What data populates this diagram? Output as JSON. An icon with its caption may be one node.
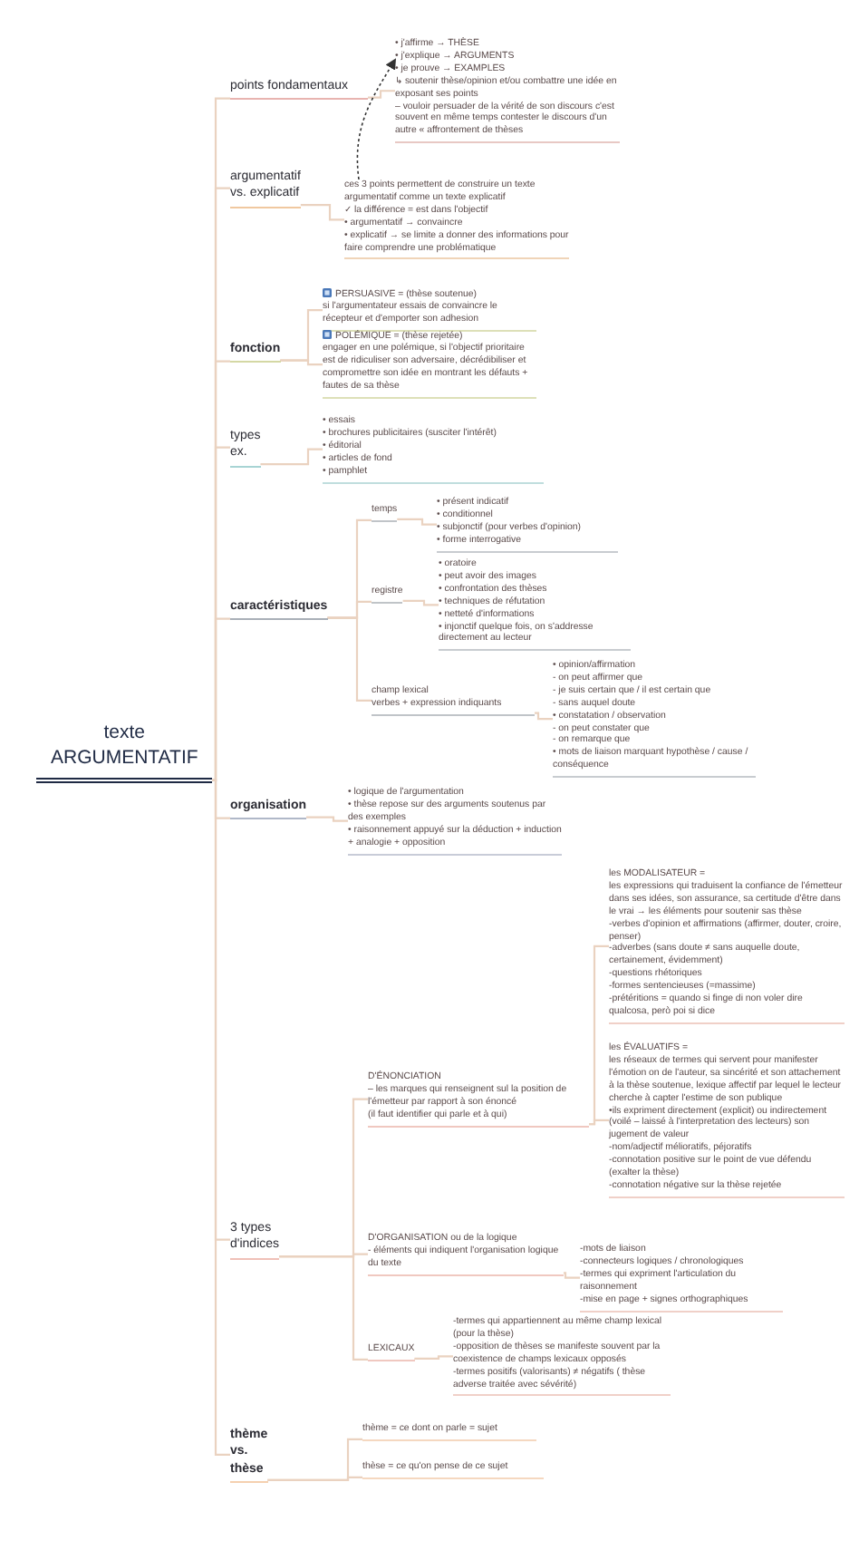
{
  "diagram": {
    "nodes": [
      {
        "text": [
          "texte ARGUMENTATIF"
        ]
      },
      {
        "text": [
          "points fondamentaux"
        ]
      },
      {
        "text": [
          "• j'affirme → THÈSE",
          "• j'explique → ARGUMENTS",
          "• je prouve → EXAMPLES",
          "↳ soutenir thèse/opinion et/ou combattre une idée en exposant ses points",
          "– vouloir persuader de la vérité de son discours c'est souvent en même temps contester le discours d'un autre « affrontement de thèses"
        ]
      },
      {
        "text": [
          "argumentatif vs. explicatif"
        ]
      },
      {
        "text": [
          "ces 3 points permettent de construire un texte argumentatif comme un texte explicatif",
          "✓ la différence = est dans l'objectif",
          "• argumentatif → convaincre",
          "• explicatif → se limite a donner des informations pour faire comprendre une problématique"
        ]
      },
      {
        "text": [
          "fonction"
        ]
      },
      {
        "text": [
          "PERSUASIVE = (thèse soutenue)",
          "si l'argumentateur essais de convaincre le récepteur et d'emporter son adhesion"
        ]
      },
      {
        "text": [
          "POLÉMIQUE = (thèse rejetée)",
          "engager en une polémique, si l'objectif prioritaire est de ridiculiser son adversaire, décrédibiliser et compromettre son idée en montrant les défauts + fautes de sa thèse"
        ]
      },
      {
        "text": [
          "types ex."
        ]
      },
      {
        "text": [
          "• essais",
          "• brochures publicitaires (susciter l'intérêt)",
          "• éditorial",
          "• articles de fond",
          "• pamphlet"
        ]
      },
      {
        "text": [
          "caractéristiques"
        ]
      },
      {
        "text": [
          "temps"
        ]
      },
      {
        "text": [
          "• présent indicatif",
          "• conditionnel",
          "• subjonctif (pour verbes d'opinion)",
          "• forme interrogative"
        ]
      },
      {
        "text": [
          "registre"
        ]
      },
      {
        "text": [
          "• oratoire",
          "• peut avoir des images",
          "• confrontation des thèses",
          "• techniques de réfutation",
          "• netteté d'informations",
          "• injonctif quelque fois, on s'addresse directement au lecteur"
        ]
      },
      {
        "text": [
          "champ lexical",
          "verbes + expression indiquants"
        ]
      },
      {
        "text": [
          "• opinion/affirmation",
          "- on peut affirmer que",
          "- je suis certain que / il est certain que",
          "- sans auquel doute",
          "• constatation / observation",
          "- on peut constater que",
          "- on remarque que",
          "• mots de liaison marquant hypothèse / cause / conséquence"
        ]
      },
      {
        "text": [
          "organisation"
        ]
      },
      {
        "text": [
          "• logique de l'argumentation",
          "• thèse repose sur des arguments soutenus par des exemples",
          "• raisonnement appuyé sur la déduction + induction + analogie + opposition"
        ]
      },
      {
        "text": [
          "3 types d'indices"
        ]
      },
      {
        "text": [
          "D'ÉNONCIATION",
          "– les marques qui renseignent sul la position de l'émetteur par rapport à son énoncé",
          "(il faut identifier qui parle et à qui)"
        ]
      },
      {
        "text": [
          "les MODALISATEUR =",
          "les expressions qui traduisent la confiance de l'émetteur dans ses idées, son assurance, sa certitude d'être dans le vrai → les éléments pour soutenir sas thèse",
          "-verbes d'opinion et affirmations (affirmer, douter, croire, penser)",
          "-adverbes (sans doute ≠ sans auquelle doute, certainement, évidemment)",
          "-questions rhétoriques",
          "-formes sentencieuses (=massime)",
          "-prétéritions = quando si finge di non voler dire qualcosa, però poi si dice"
        ]
      },
      {
        "text": [
          "les ÉVALUATIFS =",
          "les réseaux de termes qui servent pour manifester l'émotion on de l'auteur, sa sincérité et son attachement à la thèse soutenue, lexique affectif par lequel le lecteur cherche à capter l'estime de son publique",
          "•ils expriment directement (explicit) ou indirectement (voilé – laissé à l'interpretation des lecteurs) son jugement de valeur",
          "-nom/adjectif mélioratifs, péjoratifs",
          "-connotation positive sur le point de vue défendu (exalter la thèse)",
          "-connotation négative sur la thèse rejetée"
        ]
      },
      {
        "text": [
          "D'ORGANISATION ou de la logique",
          "- éléments qui indiquent l'organisation logique du texte"
        ]
      },
      {
        "text": [
          "-mots de liaison",
          "-connecteurs logiques / chronologiques",
          "-termes qui expriment l'articulation du raisonnement",
          "-mise en page + signes orthographiques"
        ]
      },
      {
        "text": [
          "LEXICAUX"
        ]
      },
      {
        "text": [
          "-termes qui appartiennent au même champ lexical (pour la thèse)",
          "-opposition de thèses se manifeste souvent par la coexistence de champs lexicaux opposés",
          "-termes positifs (valorisants) ≠ négatifs ( thèse adverse traitée avec sévérité)"
        ]
      },
      {
        "text": [
          "thème vs. thèse"
        ]
      },
      {
        "text": [
          "thème = ce dont on parle = sujet"
        ]
      },
      {
        "text": [
          "thèse = ce qu'on pense de ce sujet"
        ]
      }
    ],
    "edges": [
      {
        "from": 0,
        "to": 1,
        "arrow": "none"
      },
      {
        "from": 0,
        "to": 3,
        "arrow": "none"
      },
      {
        "from": 0,
        "to": 5,
        "arrow": "none"
      },
      {
        "from": 0,
        "to": 8,
        "arrow": "none"
      },
      {
        "from": 0,
        "to": 10,
        "arrow": "none"
      },
      {
        "from": 0,
        "to": 17,
        "arrow": "none"
      },
      {
        "from": 0,
        "to": 19,
        "arrow": "none"
      },
      {
        "from": 0,
        "to": 27,
        "arrow": "none"
      },
      {
        "from": 1,
        "to": 2,
        "arrow": "none"
      },
      {
        "from": 3,
        "to": 4,
        "arrow": "none"
      },
      {
        "from": 5,
        "to": 6,
        "arrow": "none"
      },
      {
        "from": 5,
        "to": 7,
        "arrow": "none"
      },
      {
        "from": 8,
        "to": 9,
        "arrow": "none"
      },
      {
        "from": 10,
        "to": 11,
        "arrow": "none"
      },
      {
        "from": 10,
        "to": 13,
        "arrow": "none"
      },
      {
        "from": 10,
        "to": 15,
        "arrow": "none"
      },
      {
        "from": 11,
        "to": 12,
        "arrow": "none"
      },
      {
        "from": 13,
        "to": 14,
        "arrow": "none"
      },
      {
        "from": 15,
        "to": 16,
        "arrow": "none"
      },
      {
        "from": 17,
        "to": 18,
        "arrow": "none"
      },
      {
        "from": 19,
        "to": 20,
        "arrow": "none"
      },
      {
        "from": 19,
        "to": 23,
        "arrow": "none"
      },
      {
        "from": 19,
        "to": 25,
        "arrow": "none"
      },
      {
        "from": 20,
        "to": 21,
        "arrow": "none"
      },
      {
        "from": 20,
        "to": 22,
        "arrow": "none"
      },
      {
        "from": 23,
        "to": 24,
        "arrow": "none"
      },
      {
        "from": 25,
        "to": 26,
        "arrow": "none"
      },
      {
        "from": 27,
        "to": 28,
        "arrow": "none"
      },
      {
        "from": 27,
        "to": 29,
        "arrow": "none"
      },
      {
        "from": 4,
        "to": 2,
        "arrow": "to",
        "style": "dashed",
        "color": "#333333"
      }
    ]
  }
}
